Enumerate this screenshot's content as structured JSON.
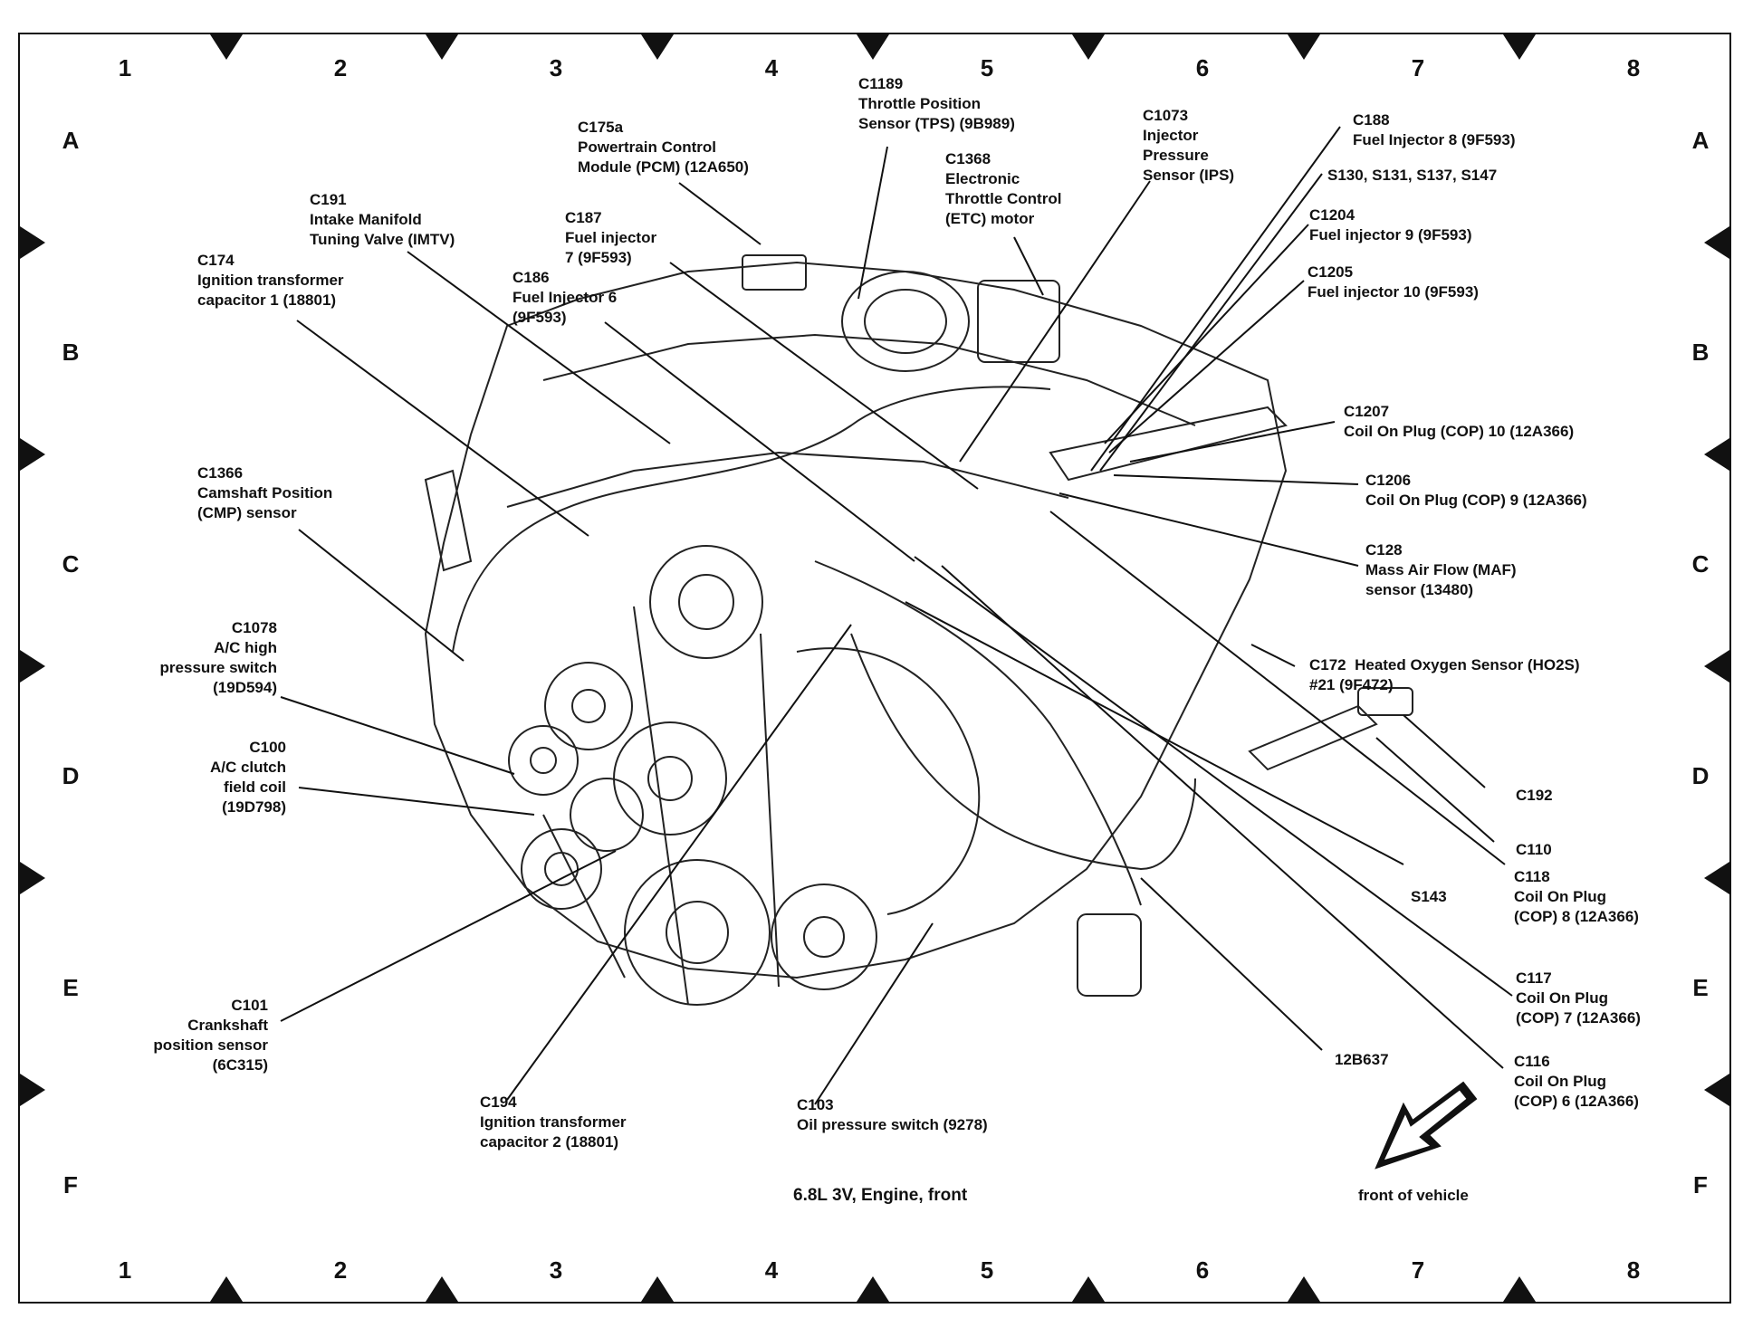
{
  "grid": {
    "columns": [
      "1",
      "2",
      "3",
      "4",
      "5",
      "6",
      "7",
      "8"
    ],
    "rows": [
      "A",
      "B",
      "C",
      "D",
      "E",
      "F"
    ]
  },
  "caption": "6.8L 3V, Engine, front",
  "orientation_label": "front of vehicle",
  "labels": {
    "c175a": "C175a\nPowertrain Control\nModule (PCM) (12A650)",
    "c1189": "C1189\nThrottle Position\nSensor (TPS) (9B989)",
    "c1368": "C1368\nElectronic\nThrottle Control\n(ETC) motor",
    "c1073": "C1073\nInjector\nPressure\nSensor (IPS)",
    "c188": "C188\nFuel Injector 8 (9F593)",
    "s130": "S130, S131, S137, S147",
    "c1204": "C1204\nFuel injector 9 (9F593)",
    "c1205": "C1205\nFuel injector 10 (9F593)",
    "c191": "C191\nIntake Manifold\nTuning Valve (IMTV)",
    "c187": "C187\nFuel injector\n7 (9F593)",
    "c174": "C174\nIgnition transformer\ncapacitor 1 (18801)",
    "c186": "C186\nFuel Injector 6\n(9F593)",
    "c1207": "C1207\nCoil On Plug (COP) 10 (12A366)",
    "c1206": "C1206\nCoil On Plug (COP) 9 (12A366)",
    "c128": "C128\nMass Air Flow (MAF)\nsensor (13480)",
    "c1366": "C1366\nCamshaft Position\n(CMP) sensor",
    "c172": "C172  Heated Oxygen Sensor (HO2S)\n#21 (9F472)",
    "c1078": "C1078\nA/C high\npressure switch\n(19D594)",
    "c100": "C100\nA/C clutch\nfield coil\n(19D798)",
    "c192": "C192",
    "c110": "C110",
    "c118": "C118\nCoil On Plug\n(COP) 8 (12A366)",
    "s143": "S143",
    "c117": "C117\nCoil On Plug\n(COP) 7 (12A366)",
    "c116": "C116\nCoil On Plug\n(COP) 6 (12A366)",
    "b637": "12B637",
    "c101": "C101\nCrankshaft\nposition sensor\n(6C315)",
    "c194": "C194\nIgnition transformer\ncapacitor 2 (18801)",
    "c103": "C103\nOil pressure switch (9278)"
  }
}
